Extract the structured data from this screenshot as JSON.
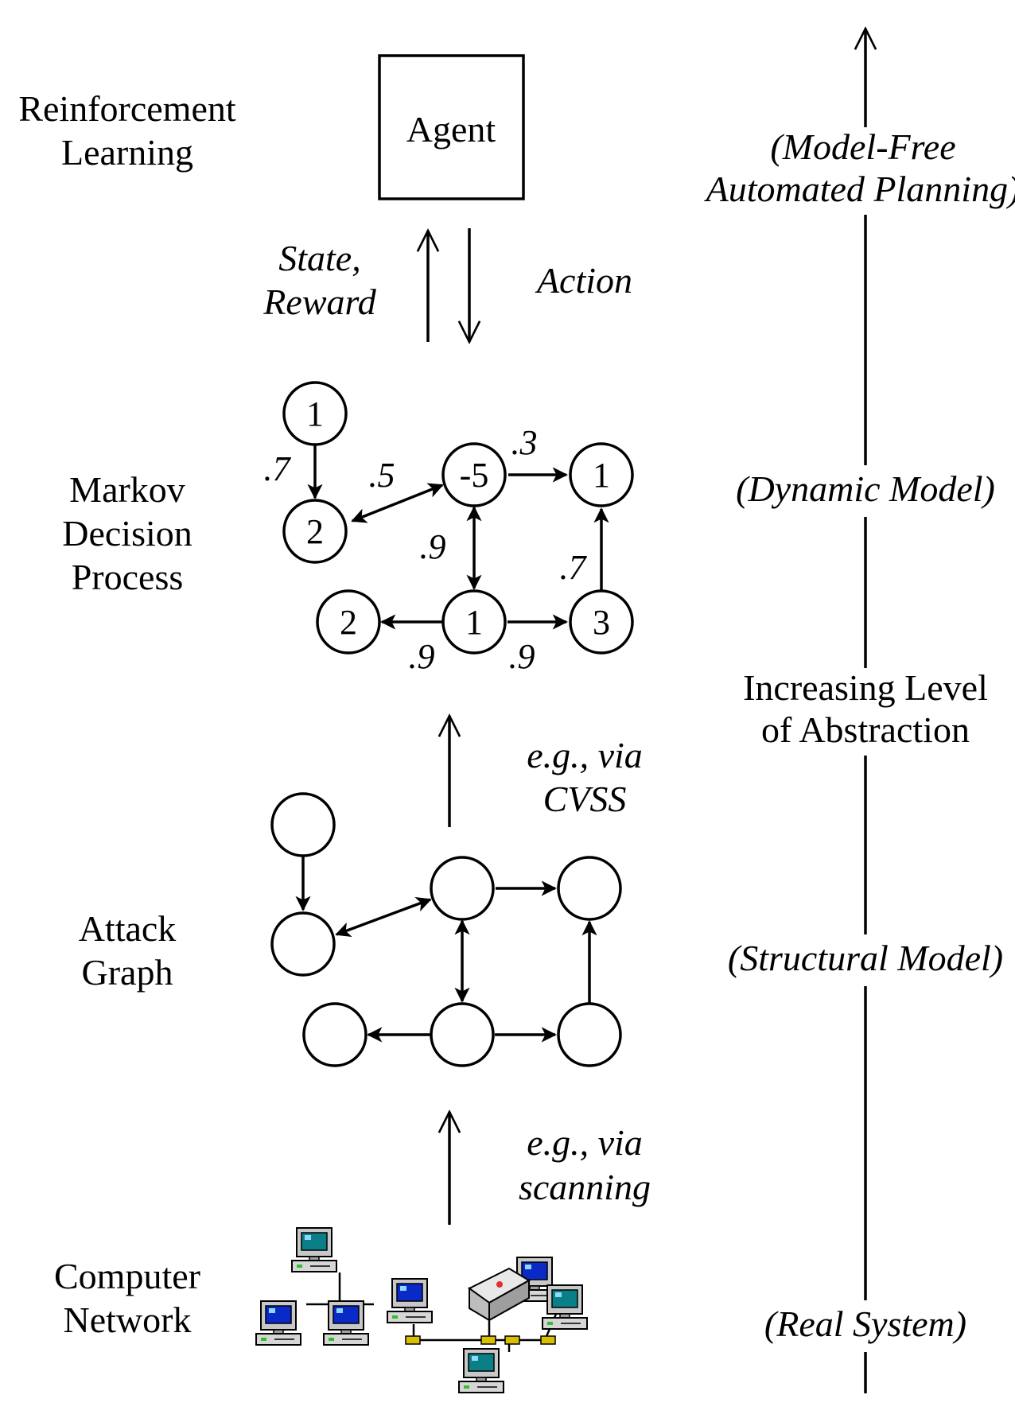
{
  "levels": {
    "rl": [
      "Reinforcement",
      "Learning"
    ],
    "mdp": [
      "Markov",
      "Decision",
      "Process"
    ],
    "ag": [
      "Attack",
      "Graph"
    ],
    "net": [
      "Computer",
      "Network"
    ]
  },
  "agent_label": "Agent",
  "state_reward": [
    "State,",
    "Reward"
  ],
  "action": "Action",
  "cvss": [
    "e.g., via",
    "CVSS"
  ],
  "scanning": [
    "e.g., via",
    "scanning"
  ],
  "right": {
    "model_free": [
      "(Model-Free",
      "Automated Planning)"
    ],
    "dynamic": "(Dynamic Model)",
    "abstraction": [
      "Increasing Level",
      "of Abstraction"
    ],
    "structural": "(Structural Model)",
    "real": "(Real System)"
  },
  "mdp_nodes": [
    "1",
    "2",
    "-5",
    "1",
    "2",
    "1",
    "3"
  ],
  "mdp_probs": [
    ".7",
    ".5",
    ".3",
    ".9",
    ".7",
    ".9",
    ".9"
  ],
  "icons": [
    "computer-icon",
    "printer-icon",
    "network-hub-icon"
  ]
}
